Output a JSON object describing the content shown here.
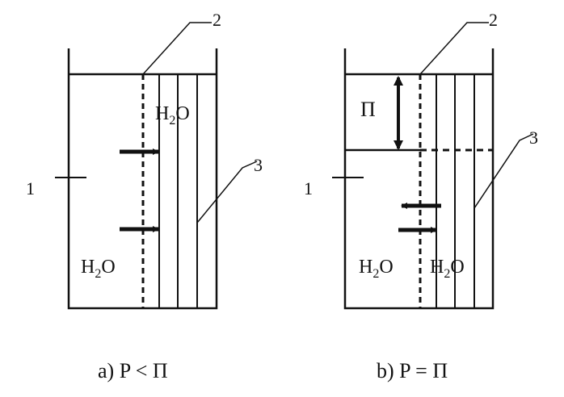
{
  "panels": [
    {
      "marker_1": "1",
      "marker_2": "2",
      "marker_3": "3",
      "solvent_right": "H2O",
      "solvent_left": "H2O",
      "caption": "a) P < Π"
    },
    {
      "marker_1": "1",
      "marker_2": "2",
      "marker_3": "3",
      "pressure_symbol": "Π",
      "solvent_left": "H2O",
      "solvent_right": "H2O",
      "caption": "b) P = Π"
    }
  ]
}
